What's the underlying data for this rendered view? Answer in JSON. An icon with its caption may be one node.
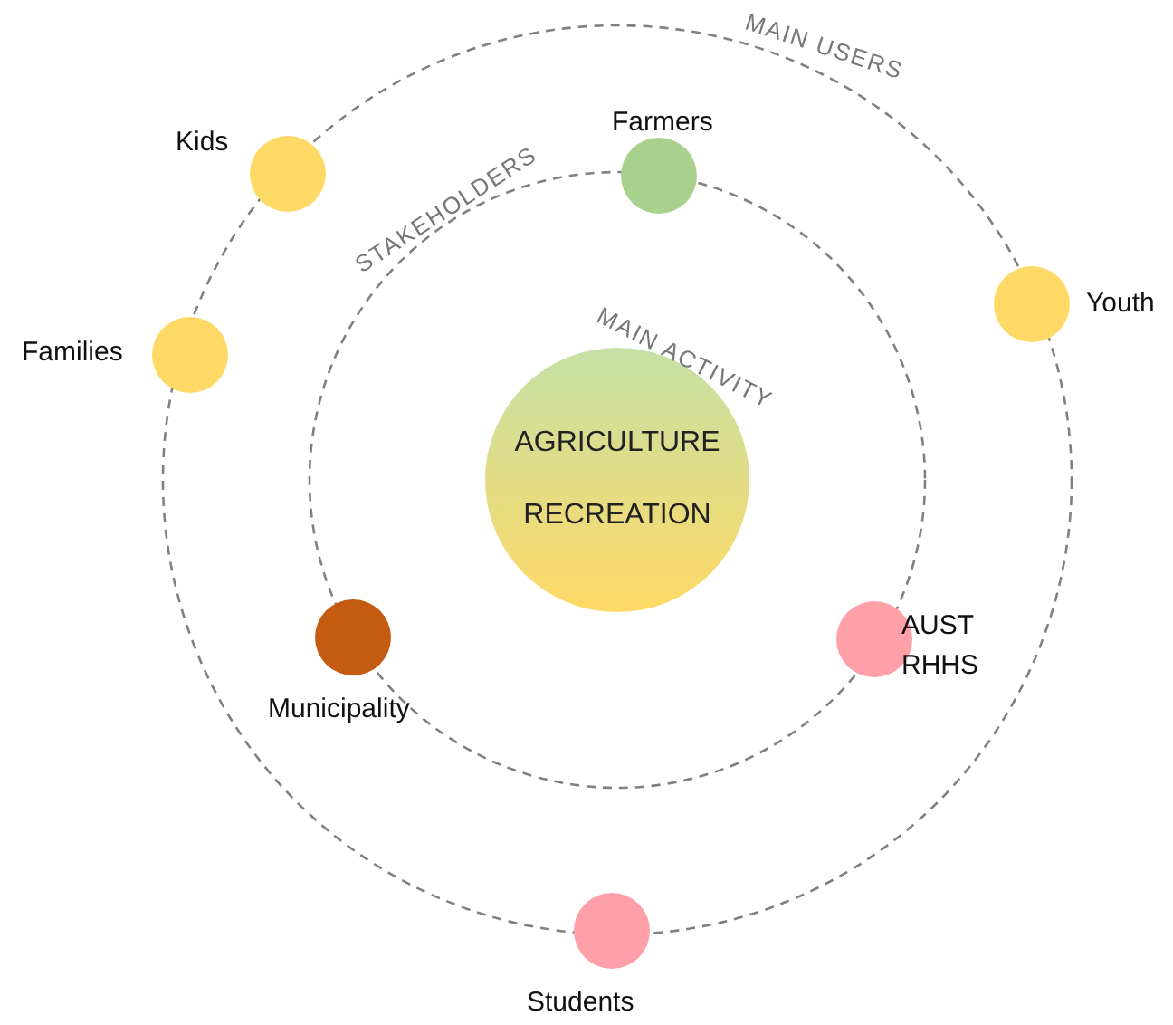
{
  "diagram": {
    "nodes": [
      {
        "text": [],
        "shape": "circle",
        "beside": [
          "Kids"
        ]
      },
      {
        "text": [],
        "shape": "circle",
        "beside": [
          "Farmers"
        ]
      },
      {
        "text": [],
        "shape": "circle",
        "beside": [
          "Youth"
        ]
      },
      {
        "text": [],
        "shape": "circle",
        "beside": [
          "Families"
        ]
      },
      {
        "text": [
          "AGRICULTURE",
          "RECREATION"
        ]
      },
      {
        "text": [],
        "shape": "circle",
        "beside": [
          "Municipality"
        ]
      },
      {
        "text": [],
        "shape": "circle",
        "beside": [
          "AUST RHHS"
        ]
      },
      {
        "text": [],
        "shape": "circle",
        "beside": [
          "Students"
        ]
      }
    ],
    "labels": [
      "MAIN USERS",
      "STAKEHOLDERS",
      "MAIN ACTIVITY"
    ]
  }
}
